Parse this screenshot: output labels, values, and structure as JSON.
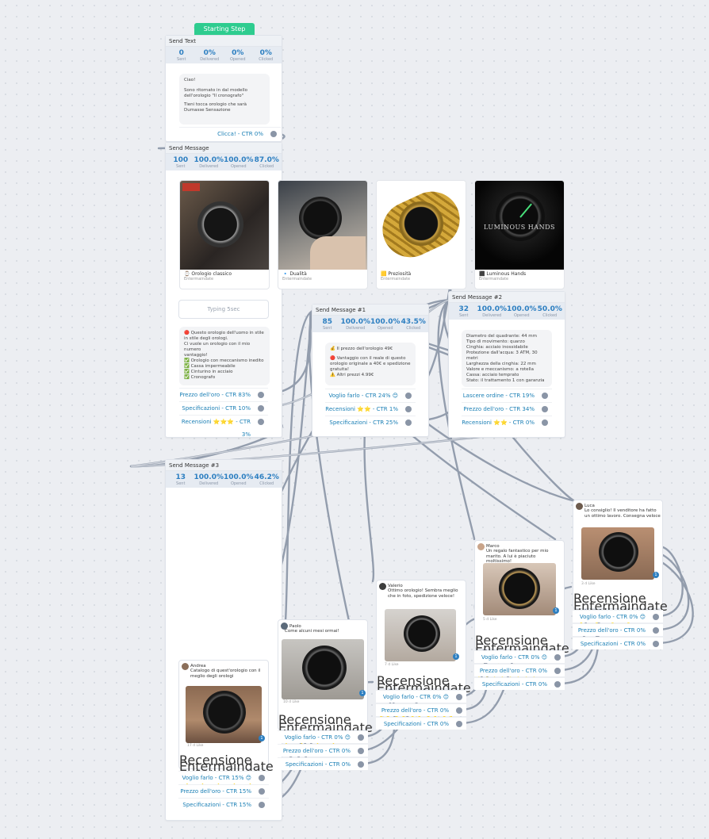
{
  "start_badge": "Starting Step",
  "node1": {
    "title": "Send Text",
    "stats": [
      {
        "value": "0",
        "label": "Sent"
      },
      {
        "value": "0%",
        "label": "Delivered"
      },
      {
        "value": "0%",
        "label": "Opened"
      },
      {
        "value": "0%",
        "label": "Clicked"
      }
    ],
    "message_lines": [
      "Ciao!",
      "Sono ritornato in dal modello dell'orologio \"Il cronografo\"",
      "Tieni tocca orologio che sarà Dumasse Sensazione"
    ],
    "button": "Clicca! - CTR 0%"
  },
  "node2": {
    "title": "Send Message",
    "stats": [
      {
        "value": "100",
        "label": "Sent"
      },
      {
        "value": "100.0%",
        "label": "Delivered"
      },
      {
        "value": "100.0%",
        "label": "Opened"
      },
      {
        "value": "87.0%",
        "label": "Clicked"
      }
    ],
    "cards": [
      {
        "title": "⌚ Orologio classico",
        "sub": "Entermaindate"
      },
      {
        "title": "🔹 Dualità",
        "sub": "Entermaindate"
      },
      {
        "title": "🟨 Preziosità",
        "sub": "Entermaindate"
      },
      {
        "title": "⬛ Luminous Hands",
        "sub": "Entermaindate"
      }
    ],
    "card4_overlay": "LUMINOUS HANDS",
    "typing": "Typing 5sec",
    "message_lines": [
      "🔴 Questo orologio dell'uomo in stile in stile degli orologi.",
      "Ci vuole un orologio con il mio numero",
      "vantaggio!",
      "✅ Orologio con meccanismo inedito",
      "✅ Cassa impermeabile",
      "✅ Cinturino in acciaio",
      "✅ Cronografo"
    ],
    "buttons": [
      "Prezzo dell'oro - CTR 83%",
      "Specificazioni - CTR 10%",
      "Recensioni ⭐⭐⭐ - CTR 3%"
    ]
  },
  "node3": {
    "title": "Send Message #1",
    "stats": [
      {
        "value": "85",
        "label": "Sent"
      },
      {
        "value": "100.0%",
        "label": "Delivered"
      },
      {
        "value": "100.0%",
        "label": "Opened"
      },
      {
        "value": "43.5%",
        "label": "Clicked"
      }
    ],
    "message_lines": [
      "💰 Il prezzo dell'orologio 49€",
      "🔴 Vantaggio con il reale di questo orologio originale a 40€ e spedizione gratuita!",
      "⚠️ Altri prezzi 4.99€"
    ],
    "buttons": [
      "Voglio farlo - CTR 24% 😊",
      "Recensioni ⭐⭐ - CTR 1%",
      "Specificazioni - CTR 25%"
    ]
  },
  "node4": {
    "title": "Send Message #2",
    "stats": [
      {
        "value": "32",
        "label": "Sent"
      },
      {
        "value": "100.0%",
        "label": "Delivered"
      },
      {
        "value": "100.0%",
        "label": "Opened"
      },
      {
        "value": "50.0%",
        "label": "Clicked"
      }
    ],
    "message_lines": [
      "Diametro del quadrante: 44 mm",
      "Tipo di movimento: quarzo",
      "Cinghia: acciaio inossidabile",
      "Protezione dall'acqua: 3 ATM, 30 metri",
      "Larghezza della cinghia: 22 mm",
      "Valore e meccanismo: a rotella",
      "Cassa: acciaio temprato",
      "Stato: il trattamento 1 con garanzia"
    ],
    "buttons": [
      "Lascere ordine - CTR 19% 😊",
      "Prezzo dell'oro - CTR 34%",
      "Recensioni ⭐⭐ - CTR 0%"
    ]
  },
  "node5": {
    "title": "Send Message #3",
    "stats": [
      {
        "value": "13",
        "label": "Sent"
      },
      {
        "value": "100.0%",
        "label": "Delivered"
      },
      {
        "value": "100.0%",
        "label": "Opened"
      },
      {
        "value": "46.2%",
        "label": "Clicked"
      }
    ],
    "review": {
      "name": "Andrea",
      "text": "Catalogo di quest'orologio con il meglio degli orologi",
      "like": "17 d Like",
      "title": "Recensione del cliente ⭐⭐⭐⭐⭐",
      "sub": "Entermaindate"
    },
    "buttons": [
      "Voglio farlo - CTR 15% 😊",
      "Prezzo dell'oro - CTR 15%",
      "Specificazioni - CTR 15%"
    ]
  },
  "review_b": {
    "name": "Paolo",
    "text": "Come alcuni mesi ormai!",
    "like": "10 d Like",
    "title": "Recensione del cliente ⭐⭐⭐⭐",
    "sub": "Entermaindate",
    "buttons": [
      "Voglio farlo - CTR 0% 😊",
      "Prezzo dell'oro - CTR 0%",
      "Specificazioni - CTR 0%"
    ]
  },
  "review_c": {
    "name": "Valerio",
    "text": "Ottimo orologio! Sembra meglio che in foto, spedizione veloce!",
    "like": "7 d Like",
    "title": "Recensione del cliente ⭐⭐⭐⭐⭐",
    "sub": "Entermaindate",
    "buttons": [
      "Voglio farlo - CTR 0% 😊",
      "Prezzo dell'oro - CTR 0%",
      "Specificazioni - CTR 0%"
    ]
  },
  "review_d": {
    "name": "Marco",
    "text": "Un regalo fantastico per mio marito. A lui è piaciuto moltissimo!",
    "like": "5 d Like",
    "title": "Recensione del cliente ⭐⭐⭐⭐",
    "sub": "Entermaindate",
    "buttons": [
      "Voglio farlo - CTR 0% 😊",
      "Prezzo dell'oro - CTR 0%",
      "Specificazioni - CTR 0%"
    ]
  },
  "review_e": {
    "name": "Luca",
    "text": "Lo consiglio! Il venditore ha fatto un ottimo lavoro. Consegna veloce",
    "like": "3 d Like",
    "title": "Recensione del cliente ⭐⭐⭐⭐",
    "sub": "Entermaindate",
    "buttons": [
      "Voglio farlo - CTR 0% 😊",
      "Prezzo dell'oro - CTR 0%",
      "Specificazioni - CTR 0%"
    ]
  },
  "colors": {
    "accent": "#2d7fc1",
    "start": "#2ecc8f",
    "wire": "#8a95a6"
  },
  "icons": {
    "connector": "connector-dot",
    "like": "thumbs-up-icon"
  }
}
